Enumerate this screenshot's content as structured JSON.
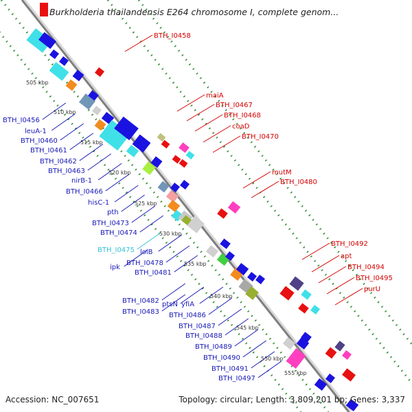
{
  "title": "Burkholderia thailandensis E264 chromosome I, complete genom...",
  "footer": {
    "accession": "Accession: NC_007651",
    "summary": "Topology: circular; Length: 3,809,201 bp; Genes: 3,337"
  },
  "ticks": [
    "505 kbp",
    "510 kbp",
    "515 kbp",
    "520 kbp",
    "525 kbp",
    "530 kbp",
    "535 kbp",
    "540 kbp",
    "545 kbp",
    "550 kbp",
    "555 kbp"
  ],
  "labels_left": [
    "BTH_I0456",
    "leuA-1",
    "BTH_I0460",
    "BTH_I0461",
    "BTH_I0462",
    "BTH_I0463",
    "nirB-1",
    "BTH_I0466",
    "hisC-1",
    "pth",
    "BTH_I0473",
    "BTH_I0474",
    "BTH_I0475",
    "lolB",
    "ipk",
    "BTH_I0478",
    "BTH_I0481",
    "BTH_I0482",
    "ptsN",
    "yfiA",
    "BTH_I0483",
    "BTH_I0486",
    "BTH_I0487",
    "BTH_I0488",
    "BTH_I0489",
    "BTH_I0490",
    "BTH_I0491",
    "BTH_I0497"
  ],
  "labels_right": [
    "BTH_I0458",
    "maiA",
    "BTH_I0467",
    "BTH_I0468",
    "coaD",
    "BTH_I0470",
    "mutM",
    "BTH_I0480",
    "BTH_I0492",
    "apt",
    "BTH_I0494",
    "BTH_I0495",
    "purU"
  ],
  "colors": {
    "blue_label": "#1a1ab8",
    "red_label": "#d40000",
    "cyan_label": "#36c3d8",
    "backbone": "#7f7f7f",
    "tick_green": "#2e8b2e",
    "gene_blue": "#1a12e0",
    "gene_cyan": "#40e0e8",
    "gene_red": "#e81010",
    "gene_magenta": "#ff3fbf"
  }
}
